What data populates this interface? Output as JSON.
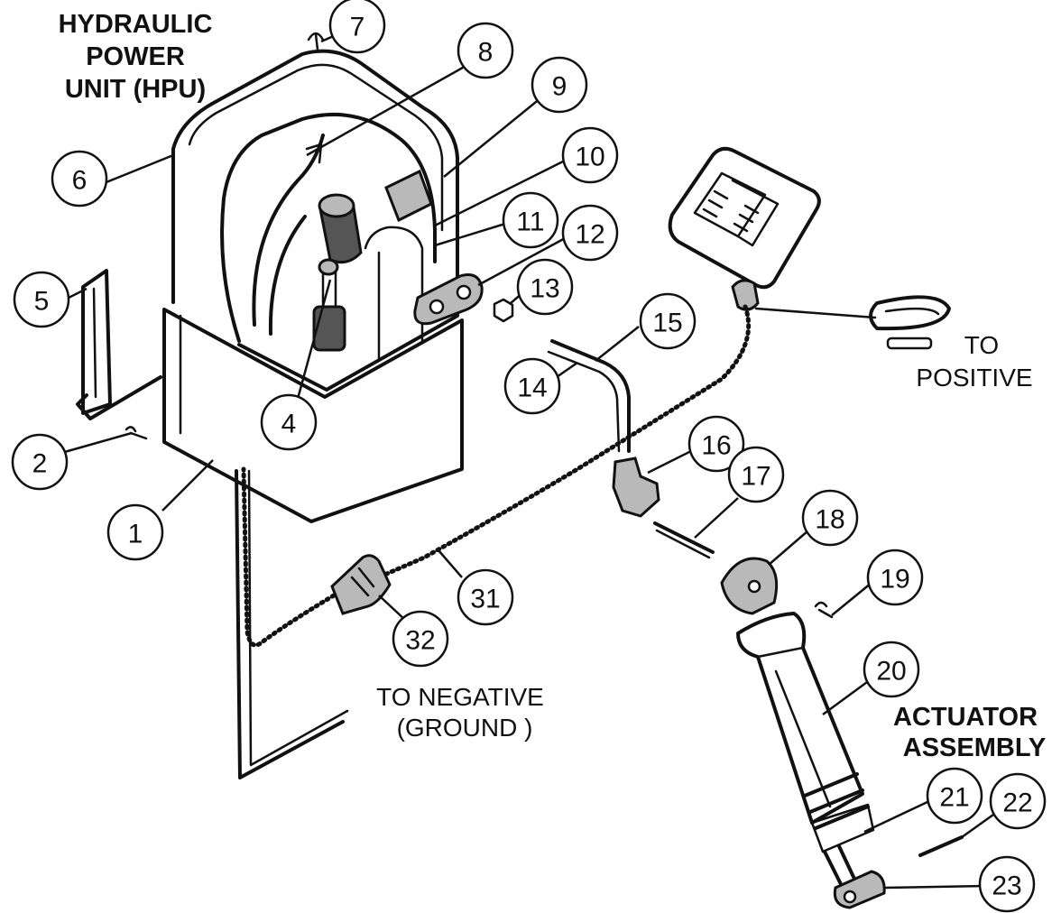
{
  "titles": {
    "hpu": [
      "HYDRAULIC",
      "POWER",
      "UNIT (HPU)"
    ],
    "actuator": [
      "ACTUATOR",
      "ASSEMBLY"
    ]
  },
  "notes": {
    "positive": [
      "TO",
      "POSITIVE"
    ],
    "negative": [
      "TO NEGATIVE",
      "(GROUND )"
    ]
  },
  "callouts": [
    "1",
    "2",
    "4",
    "5",
    "6",
    "7",
    "8",
    "9",
    "10",
    "11",
    "12",
    "13",
    "14",
    "15",
    "16",
    "17",
    "18",
    "19",
    "20",
    "21",
    "22",
    "23",
    "31",
    "32"
  ]
}
